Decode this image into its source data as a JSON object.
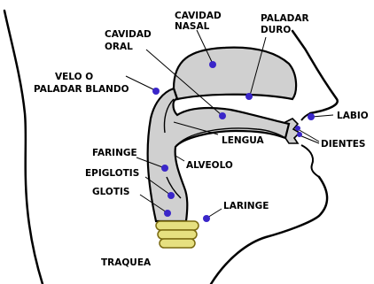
{
  "colors": {
    "tract_fill": "#d0d0d0",
    "outline": "#000000",
    "marker": "#3a26c9",
    "trachea_fill": "#e6e080",
    "trachea_outline": "#7a6a10",
    "background": "#ffffff"
  },
  "labels": {
    "cavidad_nasal_1": "CAVIDAD",
    "cavidad_nasal_2": "NASAL",
    "cavidad_oral_1": "CAVIDAD",
    "cavidad_oral_2": "ORAL",
    "paladar_duro_1": "PALADAR",
    "paladar_duro_2": "DURO",
    "velo_1": "VELO O",
    "velo_2": "PALADAR BLANDO",
    "labio": "LABIO",
    "dientes": "DIENTES",
    "lengua": "LENGUA",
    "faringe": "FARINGE",
    "alveolo": "ALVEOLO",
    "epiglotis": "EPIGLOTIS",
    "glotis": "GLOTIS",
    "laringe": "LARINGE",
    "traquea": "TRAQUEA"
  }
}
